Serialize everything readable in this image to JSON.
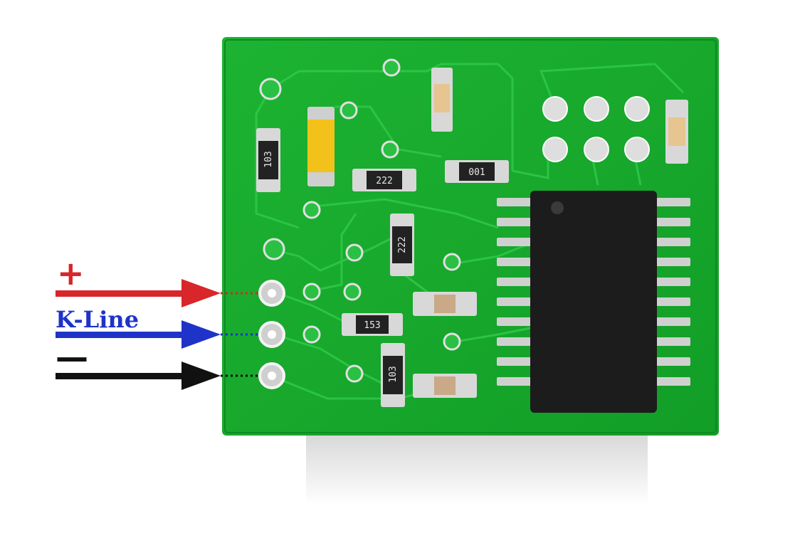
{
  "labels": {
    "plus": "+",
    "kline": "K-Line",
    "minus": "—"
  },
  "colors": {
    "plus": "#d8262a",
    "kline": "#1f33c8",
    "minus": "#111111",
    "pcb": "#18a82c",
    "pcb_dark": "#0f8f22",
    "trace": "#31c44a",
    "chip": "#1c1c1c",
    "pad": "#d9d9d9"
  },
  "resistors": {
    "r1": "222",
    "r2": "001",
    "r3": "222",
    "r4": "153",
    "r5": "103",
    "r6": "103"
  },
  "icons": {
    "arrow": "arrow-right-icon",
    "board": "pcb-board"
  }
}
